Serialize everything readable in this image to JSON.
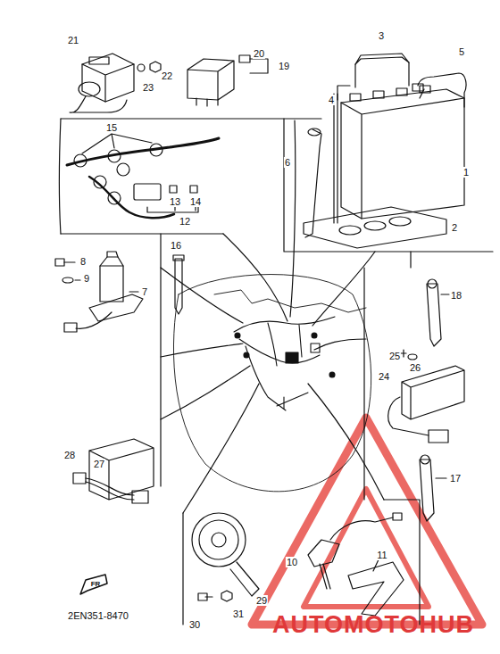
{
  "diagram": {
    "labels": [
      "21",
      "22",
      "23",
      "20",
      "19",
      "3",
      "5",
      "4",
      "1",
      "6",
      "2",
      "15",
      "13",
      "14",
      "12",
      "8",
      "9",
      "7",
      "16",
      "18",
      "25",
      "26",
      "24",
      "27",
      "28",
      "17",
      "10",
      "11",
      "29",
      "30",
      "31",
      "FR",
      "2EN351-8470",
      "AUTOMOTOHUB"
    ]
  }
}
